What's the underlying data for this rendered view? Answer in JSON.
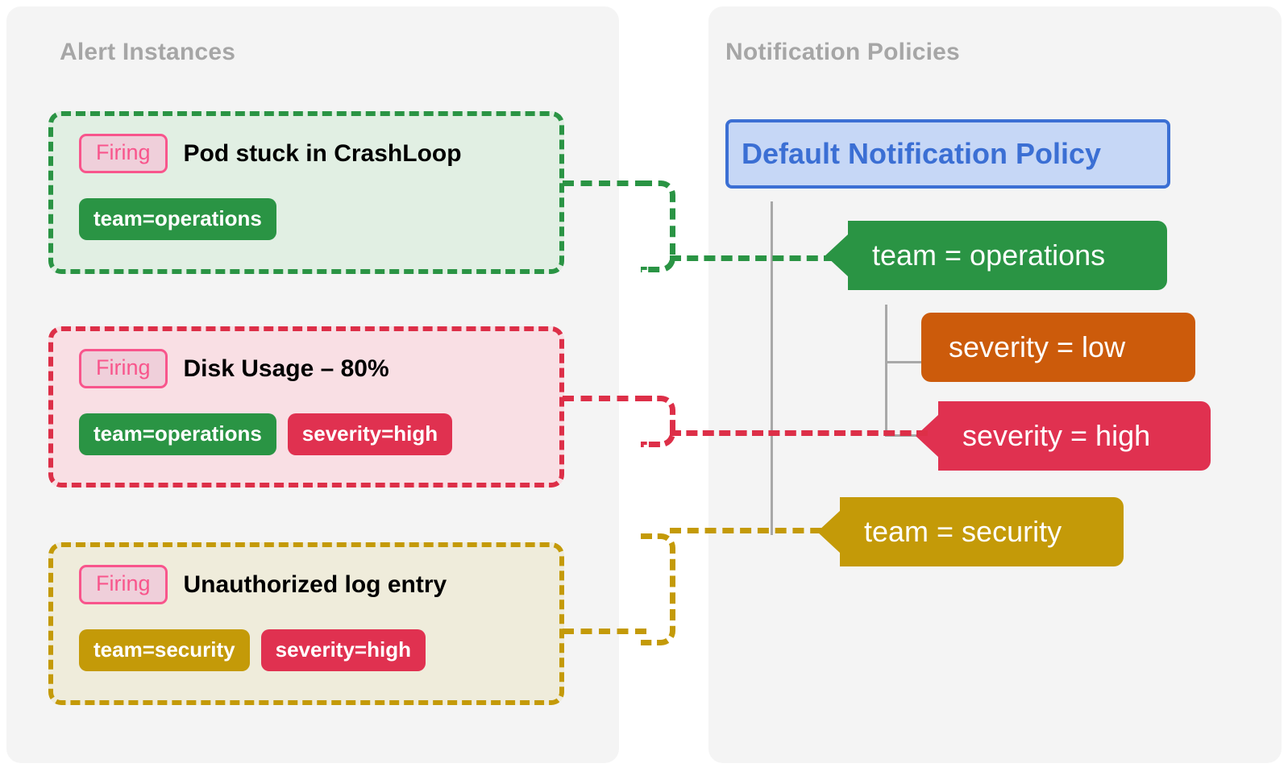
{
  "panels": {
    "alerts": {
      "title": "Alert Instances"
    },
    "policies": {
      "title": "Notification Policies"
    }
  },
  "alert_instances": [
    {
      "state": "Firing",
      "title": "Pod stuck in CrashLoop",
      "labels": [
        {
          "text": "team=operations",
          "color": "#2a9444"
        }
      ],
      "border_color": "#2a9444",
      "background_color": "#e1efe3",
      "routes_to": "team = operations"
    },
    {
      "state": "Firing",
      "title": "Disk Usage – 80%",
      "labels": [
        {
          "text": "team=operations",
          "color": "#2a9444"
        },
        {
          "text": "severity=high",
          "color": "#e03150"
        }
      ],
      "border_color": "#dd2f48",
      "background_color": "#f9dfe4",
      "routes_to": "severity = high"
    },
    {
      "state": "Firing",
      "title": "Unauthorized log entry",
      "labels": [
        {
          "text": "team=security",
          "color": "#c49a08"
        },
        {
          "text": "severity=high",
          "color": "#e03150"
        }
      ],
      "border_color": "#c49a08",
      "background_color": "#efecdb",
      "routes_to": "team = security"
    }
  ],
  "notification_policies": {
    "root": {
      "label": "Default Notification Policy",
      "text_color": "#3b6fd4",
      "border_color": "#3b6fd4",
      "background_color": "#c6d7f6"
    },
    "children": [
      {
        "label": "team = operations",
        "color": "#2a9444",
        "matched": true,
        "children": [
          {
            "label": "severity = low",
            "color": "#cc5b0b",
            "matched": false
          },
          {
            "label": "severity = high",
            "color": "#e03150",
            "matched": true
          }
        ]
      },
      {
        "label": "team = security",
        "color": "#c49a08",
        "matched": true,
        "children": []
      }
    ]
  },
  "colors": {
    "panel_background": "#f4f4f4",
    "panel_title": "#a6a6a6",
    "page_background": "#ffffff",
    "firing_badge_text": "#f8558c",
    "firing_badge_border": "#f8558c",
    "firing_badge_fill": "#efcfda",
    "tree_line": "#a8a8a8"
  }
}
